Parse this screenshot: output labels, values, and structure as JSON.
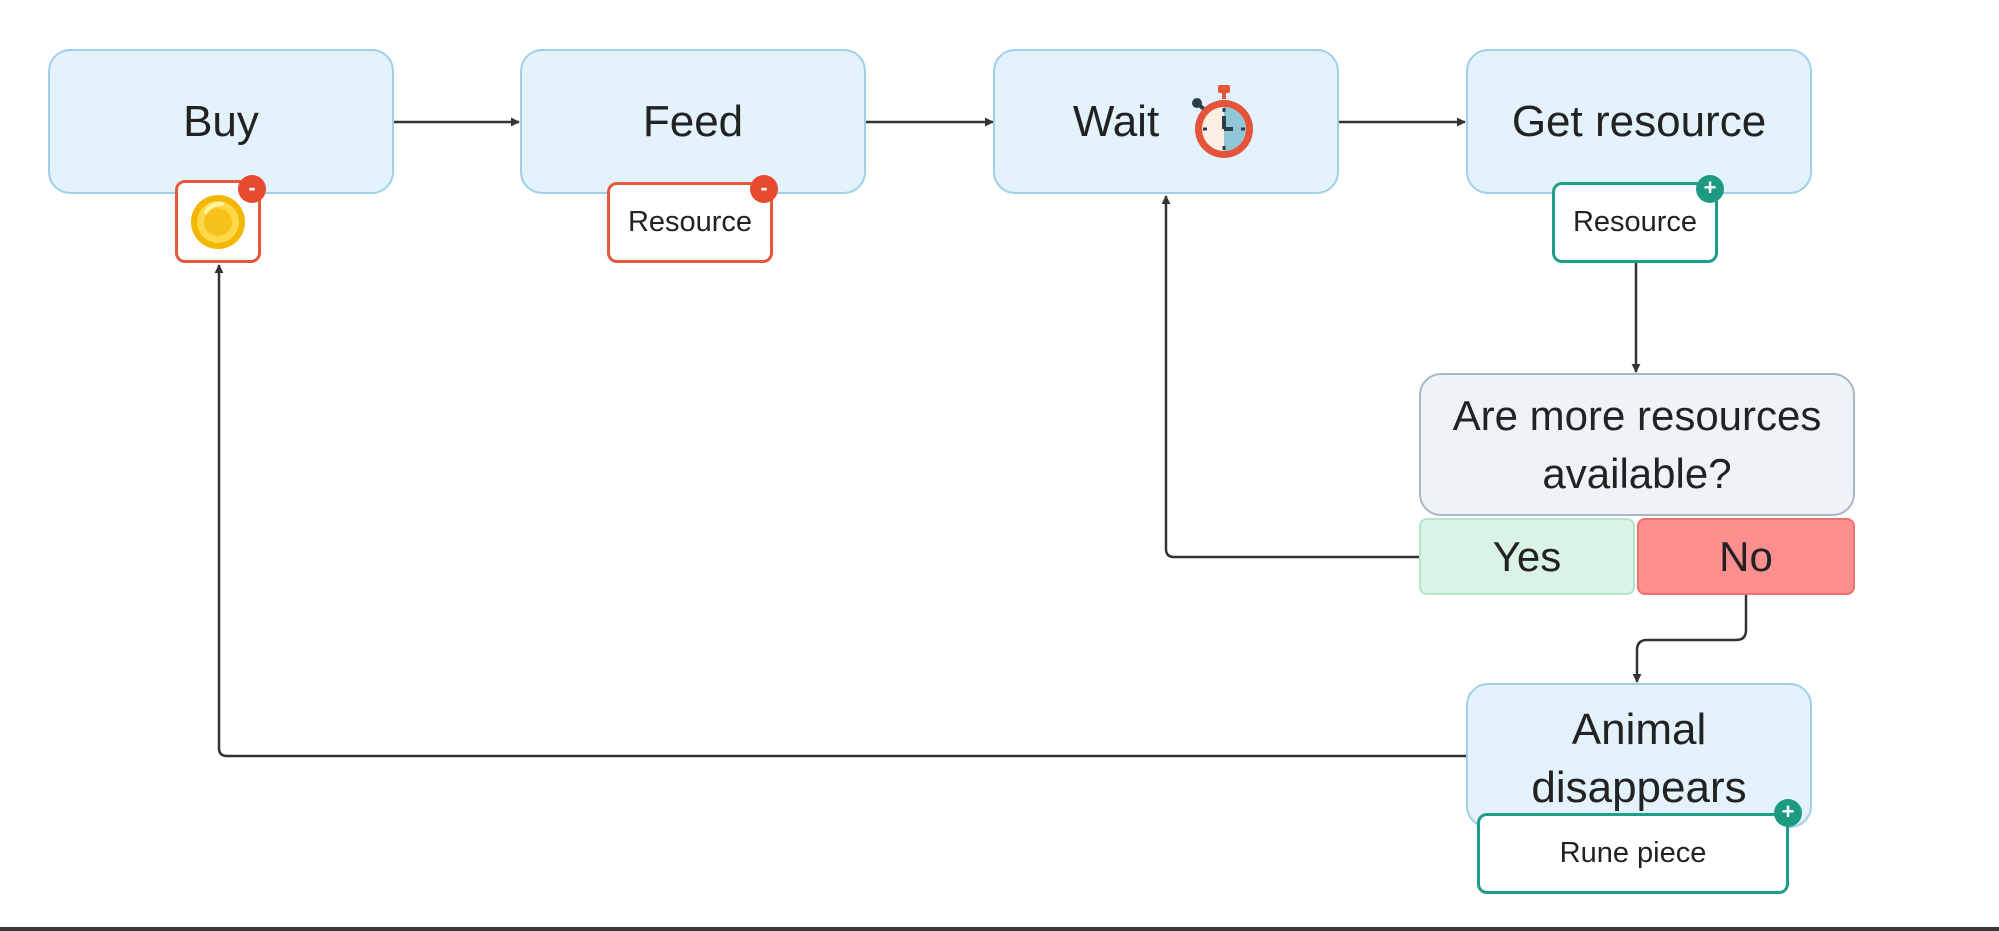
{
  "nodes": {
    "buy": "Buy",
    "feed": "Feed",
    "wait": "Wait",
    "get_resource": "Get resource",
    "animal_disappears": "Animal disappears"
  },
  "decision": {
    "question": "Are more resources available?",
    "yes": "Yes",
    "no": "No"
  },
  "tags": {
    "feed_cost": {
      "label": "Resource",
      "sign": "-"
    },
    "buy_cost": {
      "icon": "gold-coin-icon",
      "sign": "-"
    },
    "get_gain": {
      "label": "Resource",
      "sign": "+"
    },
    "disappear_gain": {
      "label": "Rune piece",
      "sign": "+"
    }
  },
  "icons": {
    "wait": "stopwatch-icon"
  },
  "colors": {
    "node_fill": "#e3f2fb",
    "node_border": "#9fd0ea",
    "decision_fill": "#eef3f8",
    "yes_fill": "#d9f3e6",
    "no_fill": "#ff8f8f",
    "cost_color": "#e45a3e",
    "gain_color": "#1e9e86",
    "edge_color": "#333333"
  }
}
